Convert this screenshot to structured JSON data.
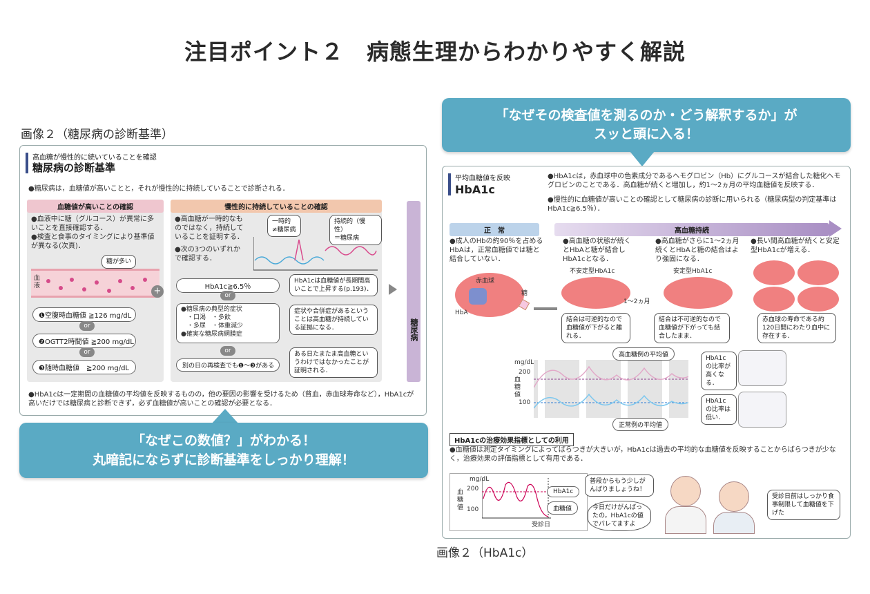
{
  "page_title": "注目ポイント２　病態生理からわかりやすく解説",
  "left": {
    "caption": "画像２（糖尿病の診断基準）",
    "subtitle": "高血糖が慢性的に続いていることを確認",
    "heading": "糖尿病の診断基準",
    "intro": "●糖尿病は，血糖値が高いことと，それが慢性的に持続していることで診断される．",
    "high_header": "血糖値が高いことの確認",
    "high_notes": [
      "●血液中に糖（グルコース）が異常に多いことを直接確認する．",
      "●検査と食事のタイミングにより基準値が異なる(次頁)．"
    ],
    "sugar_label": "糖が多い",
    "blood_label": "血液",
    "criteria": [
      "❶空腹時血糖値 ≧126 mg/dL",
      "❷OGTT2時間値 ≧200 mg/dL",
      "❸随時血糖値　≧200 mg/dL"
    ],
    "or_label": "or",
    "plus": "+",
    "chronic_header": "慢性的に持続していることの確認",
    "chronic_notes": [
      "●高血糖が一時的なものではなく，持続していることを証明する．",
      "●次の3つのいずれかで確認する．"
    ],
    "temp_label": "一時的\n≠糖尿病",
    "chronic_label": "持続的（慢性）\n＝糖尿病",
    "hba1c_pill": "HbA1c≧6.5％",
    "hba1c_note": "HbA1cは血糖値が長期間高いことで上昇する(p.193)．",
    "symptoms": [
      "●糖尿病の典型的症状",
      "　・口渇　・多飲",
      "　・多尿　・体重減少",
      "●確実な糖尿病網膜症"
    ],
    "symptoms_note": "症状や合併症があるということは高血糖が持続している証拠になる．",
    "retest_pill": "別の日の再検査でも❶〜❸がある",
    "retest_note": "ある日たまたま高血糖というわけではなかったことが証明される．",
    "result": "糖尿病",
    "footer": "●HbA1cは一定期間の血糖値の平均値を反映するものの，他の要因の影響を受けるため（貧血，赤血球寿命など），HbA1cが高いだけでは糖尿病と診断できず，必ず血糖値が高いことの確認が必要となる．",
    "callout_line1": "「なぜこの数値？」がわかる！",
    "callout_line2": "丸暗記にならずに診断基準をしっかり理解！"
  },
  "right": {
    "callout_line1": "「なぜその検査値を測るのか・どう解釈するか」が",
    "callout_line2": "スッと頭に入る！",
    "caption": "画像２（HbA1c）",
    "subtitle": "平均血糖値を反映",
    "heading": "HbA1c",
    "intro1": "●HbA1cは，赤血球中の色素成分であるヘモグロビン（Hb）にグルコースが結合した糖化ヘモグロビンのことである．高血糖が続くと増加し，約1〜2ヵ月の平均血糖値を反映する．",
    "intro2": "●慢性的に血糖値が高いことの確認として糖尿病の診断に用いられる（糖尿病型の判定基準はHbA1c≧6.5％）．",
    "normal_header": "正　常",
    "high_header": "高血糖持続",
    "normal_text": "●成人のHbの約90％を占めるHbAは，正常血糖値では糖と結合していない．",
    "stage1_text": "●高血糖の状態が続くとHbAと糖が結合しHbA1cとなる．",
    "stage2_text": "●高血糖がさらに1〜2ヵ月続くとHbAと糖の結合はより強固になる．",
    "stage3_text": "●長い間高血糖が続くと安定型HbA1cが増える．",
    "rbc_label": "赤血球",
    "sugar_label": "糖",
    "hba_label": "HbA",
    "unstable_label": "不安定型HbA1c",
    "stable_label": "安定型HbA1c",
    "months_label": "1〜2ヵ月",
    "reversible_note": "結合は可逆的なので血糖値が下がると離れる．",
    "irreversible_note": "結合は不可逆的なので血糖値が下がっても結合したまま．",
    "lifespan_note": "赤血球の寿命である約120日間にわたり血中に存在する．",
    "chart_unit": "mg/dL",
    "chart_ylabel": "血糖値",
    "tick_200": "200",
    "tick_100": "100",
    "high_avg_label": "高血糖例の平均値",
    "normal_avg_label": "正常例の平均値",
    "high_ratio_note": "HbA1cの比率が高くなる．",
    "low_ratio_note": "HbA1cの比率は低い．",
    "section2_title": "HbA1cの治療効果指標としての利用",
    "section2_text": "●血糖値は測定タイミングによってばらつきが大きいが，HbA1cは過去の平均的な血糖値を反映することからばらつきが少なく，治療効果の評価指標として有用である．",
    "chart2_unit": "mg/dL",
    "chart2_ylabel": "血糖値",
    "chart2_tick_200": "200",
    "chart2_tick_100": "100",
    "chart2_xlabel": "受診日",
    "chart2_hba1c": "HbA1c",
    "chart2_glucose": "血糖値",
    "nurse_speech": "普段からもう少しがんばりましょうね！",
    "thought": "今日だけがんばったの，HbA1cの値でバレてますよ",
    "patient_note": "受診日前はしっかり食事制限して血糖値を下げた"
  },
  "colors": {
    "accent": "#5aaac4",
    "pink_header": "#efc6cf",
    "orange_header": "#f2c7ad",
    "purple_bar": "#c9b4d6",
    "blue_header": "#bcd3ea",
    "navy": "#3a4e8a"
  }
}
